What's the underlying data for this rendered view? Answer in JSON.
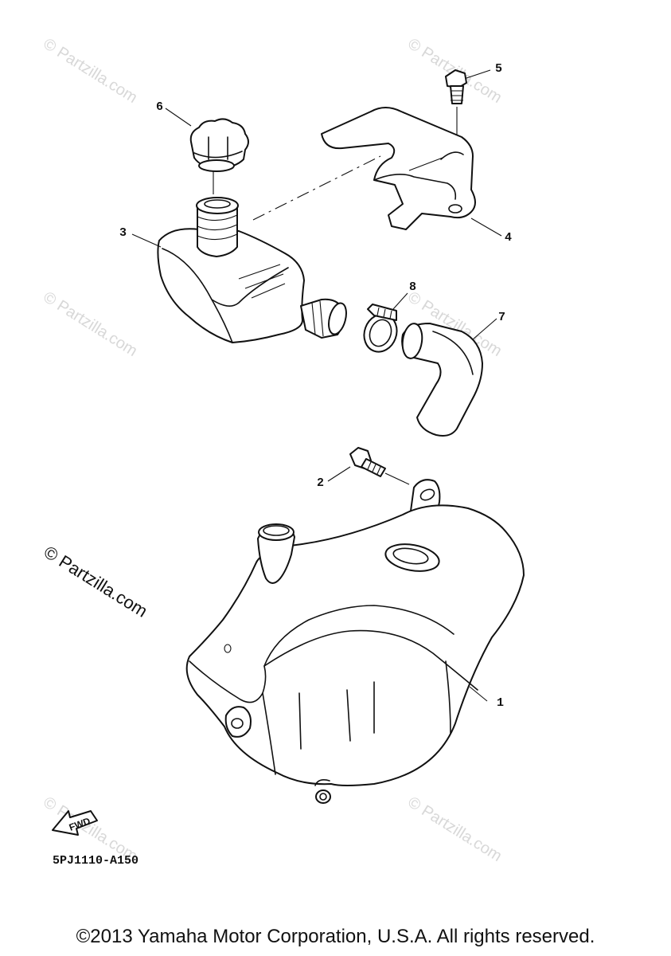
{
  "callouts": [
    "1",
    "2",
    "3",
    "4",
    "5",
    "6",
    "7",
    "8"
  ],
  "watermark": "© Partzilla.com",
  "fwd_label": "FWD",
  "diagram_code": "5PJ1110-A150",
  "copyright": "©2013 Yamaha Motor Corporation, U.S.A. All rights reserved."
}
